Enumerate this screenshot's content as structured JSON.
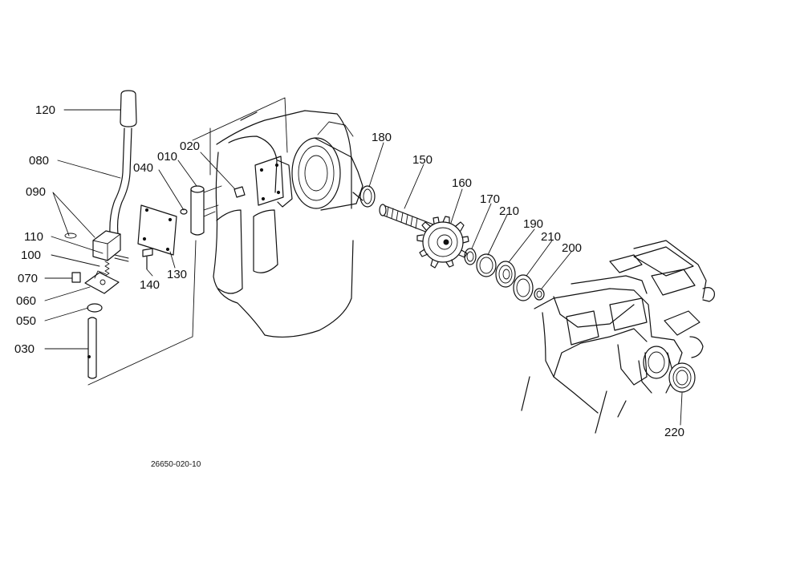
{
  "callouts": [
    {
      "id": "120",
      "label": "120"
    },
    {
      "id": "080",
      "label": "080"
    },
    {
      "id": "090",
      "label": "090"
    },
    {
      "id": "110",
      "label": "110"
    },
    {
      "id": "100",
      "label": "100"
    },
    {
      "id": "070",
      "label": "070"
    },
    {
      "id": "060",
      "label": "060"
    },
    {
      "id": "050",
      "label": "050"
    },
    {
      "id": "030",
      "label": "030"
    },
    {
      "id": "040",
      "label": "040"
    },
    {
      "id": "010",
      "label": "010"
    },
    {
      "id": "020",
      "label": "020"
    },
    {
      "id": "140",
      "label": "140"
    },
    {
      "id": "130",
      "label": "130"
    },
    {
      "id": "180",
      "label": "180"
    },
    {
      "id": "150",
      "label": "150"
    },
    {
      "id": "160",
      "label": "160"
    },
    {
      "id": "170",
      "label": "170"
    },
    {
      "id": "210a",
      "label": "210"
    },
    {
      "id": "190",
      "label": "190"
    },
    {
      "id": "210b",
      "label": "210"
    },
    {
      "id": "200",
      "label": "200"
    },
    {
      "id": "220",
      "label": "220"
    }
  ],
  "drawing_code": "26650-020-10"
}
